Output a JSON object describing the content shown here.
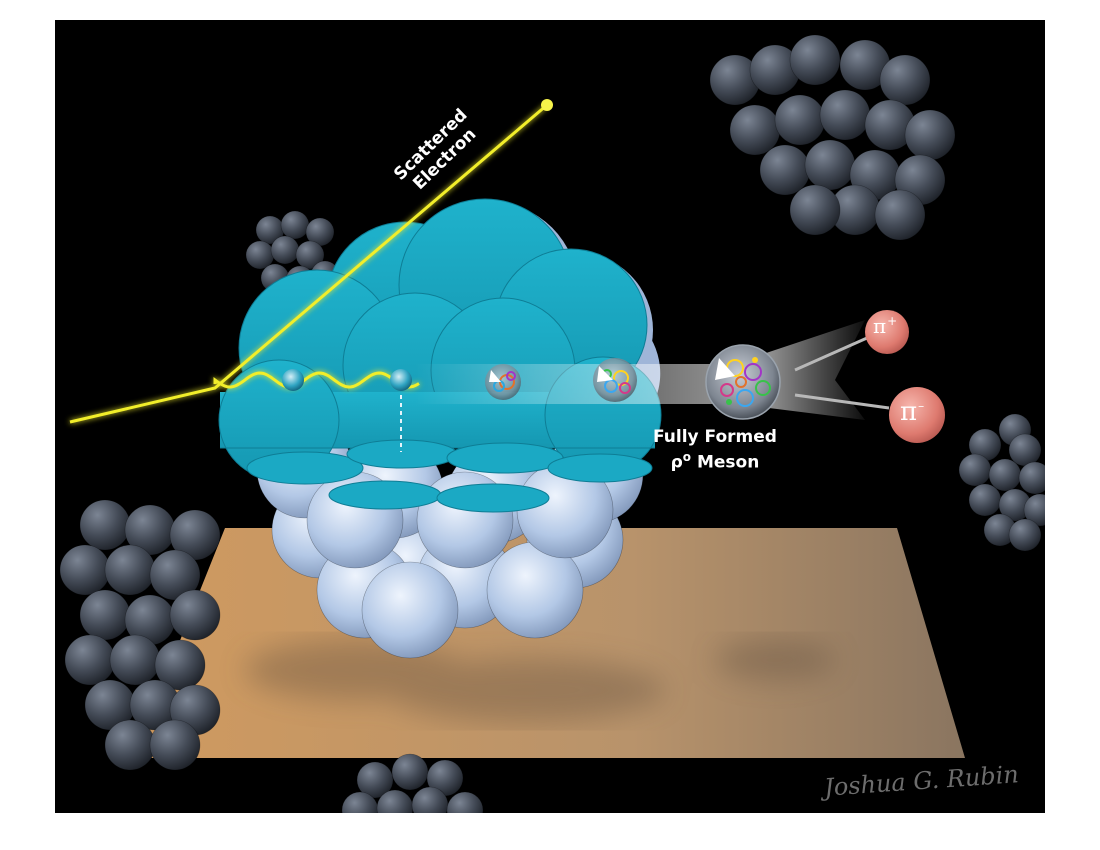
{
  "labels": {
    "electron_line1": "Scattered",
    "electron_line2": "Electron",
    "meson_line1": "Fully Formed",
    "meson_rho": "ρ",
    "meson_sup": "o",
    "meson_word": "Meson"
  },
  "pions": {
    "plus_symbol": "π",
    "plus_charge": "+",
    "minus_symbol": "π",
    "minus_charge": "–"
  },
  "signature": "Joshua G. Rubin",
  "colors": {
    "background": "#000000",
    "nucleon_cyan": "#1aa9c4",
    "nucleon_pale": "#aec4e4",
    "photon_yellow": "#f2ee2a",
    "floor": "#c99a62",
    "pion": "#e3847a",
    "dark_cluster": "#4a5260"
  }
}
